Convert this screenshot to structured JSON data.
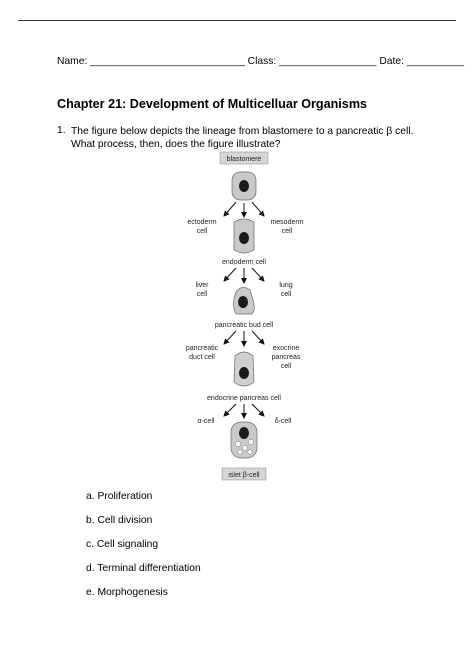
{
  "header": {
    "line": "Name: ___________________________ Class: _________________ Date: __________"
  },
  "title": "Chapter 21: Development of Multicelluar Organisms",
  "question": {
    "number": "1.",
    "text": "The figure below depicts the lineage from blastomere to a pancreatic β cell. What process, then, does the figure illustrate?"
  },
  "figure": {
    "labels": {
      "blastomere": "blastomere",
      "ectoderm_1": "ectoderm",
      "ectoderm_2": "cell",
      "mesoderm_1": "mesoderm",
      "mesoderm_2": "cell",
      "endoderm": "endoderm cell",
      "liver_1": "liver",
      "liver_2": "cell",
      "lung_1": "lung",
      "lung_2": "cell",
      "bud": "pancreatic bud cell",
      "duct_1": "pancreatic",
      "duct_2": "duct cell",
      "exocrine_1": "exocrine",
      "exocrine_2": "pancreas",
      "exocrine_3": "cell",
      "endocrine": "endocrine pancreas cell",
      "alpha": "α-cell",
      "delta": "δ-cell",
      "islet": "islet β-cell"
    },
    "colors": {
      "cell_fill": "#c9c9c9",
      "nucleus": "#1a1a1a",
      "label_box": "#d6d6d6"
    }
  },
  "options": [
    "a. Proliferation",
    "b. Cell division",
    "c. Cell signaling",
    "d. Terminal differentiation",
    "e. Morphogenesis"
  ]
}
